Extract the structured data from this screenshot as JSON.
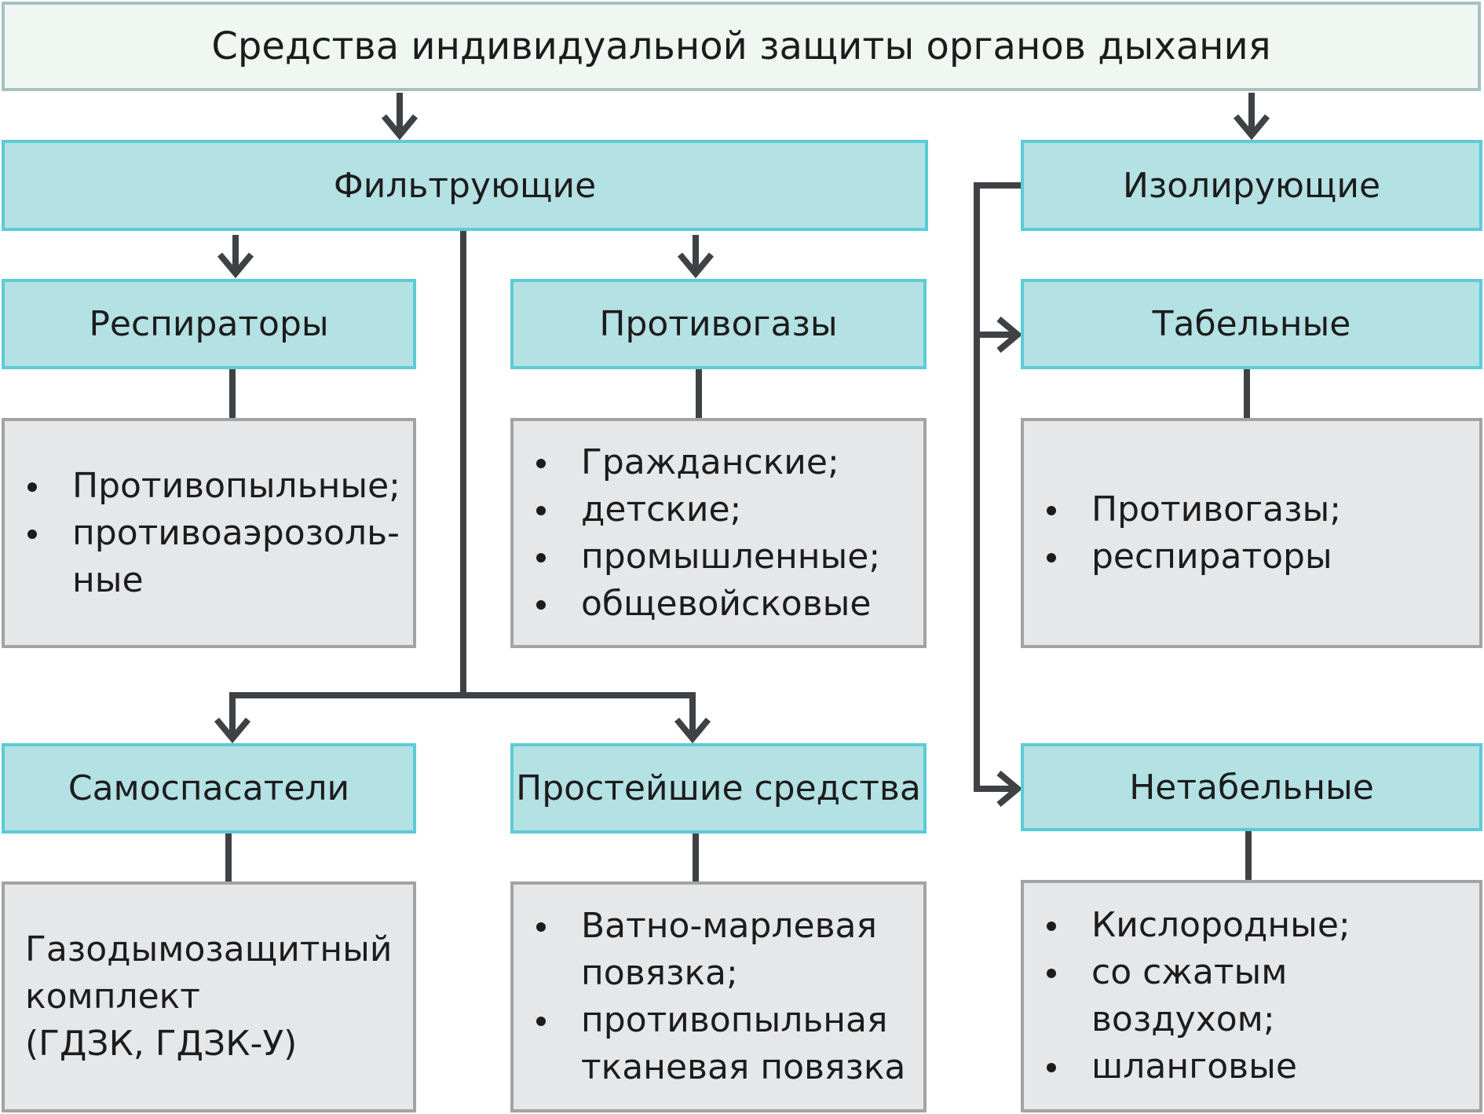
{
  "root": {
    "title": "Средства индивидуальной защиты органов дыхания"
  },
  "filtering": {
    "title": "Фильтрующие",
    "respirators": {
      "title": "Респираторы",
      "items": [
        "Противопыльные;",
        "противоаэрозоль-\nные"
      ]
    },
    "gas_masks": {
      "title": "Противогазы",
      "items": [
        "Гражданские;",
        "детские;",
        "промышленные;",
        "общевойсковые"
      ]
    },
    "self_rescuers": {
      "title": "Самоспасатели",
      "text": "Газодымозащитный\nкомплект\n(ГДЗК, ГДЗК-У)"
    },
    "simple_means": {
      "title": "Простейшие средства",
      "items": [
        "Ватно-марлевая\nповязка;",
        "противопыльная\nтканевая повязка"
      ]
    }
  },
  "isolating": {
    "title": "Изолирующие",
    "standard": {
      "title": "Табельные",
      "items": [
        "Противогазы;",
        "респираторы"
      ]
    },
    "non_standard": {
      "title": "Нетабельные",
      "items": [
        "Кислородные;",
        "со сжатым воздухом;",
        "шланговые"
      ]
    }
  },
  "colors": {
    "connector": "#3f4245",
    "root_fill": "#f0f7f2",
    "category_fill": "#b4e1e3",
    "category_border": "#5ccbd6",
    "detail_fill": "#e6e7e9",
    "detail_border": "#a3a3a3"
  }
}
